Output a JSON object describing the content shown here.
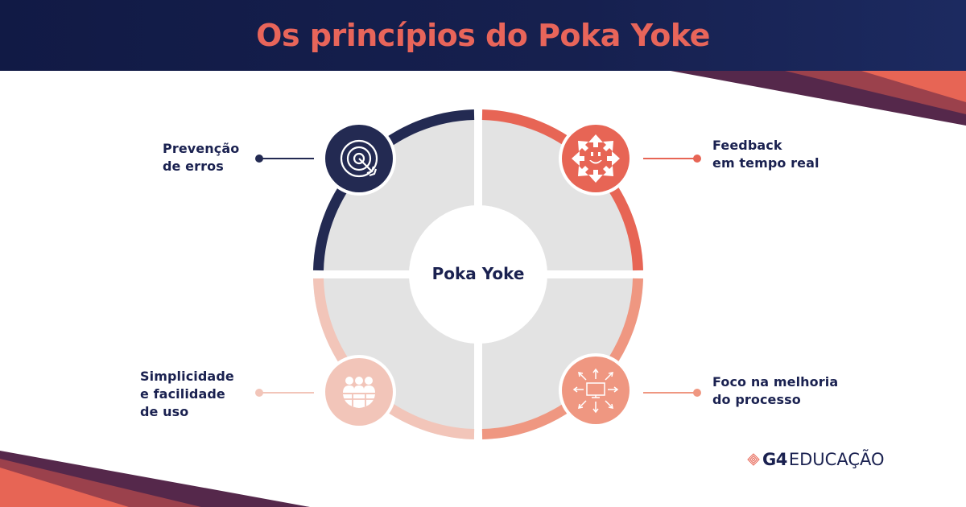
{
  "header": {
    "title": "Os princípios do Poka Yoke"
  },
  "diagram": {
    "center_label": "Poka Yoke",
    "quadrants": [
      {
        "position": "top-left",
        "label_line1": "Prevenção",
        "label_line2": "de erros",
        "label_line3": "",
        "icon": "target-arrow-icon",
        "color": "#232a52"
      },
      {
        "position": "top-right",
        "label_line1": "Feedback",
        "label_line2": "em tempo real",
        "label_line3": "",
        "icon": "smiley-arrows-icon",
        "color": "#e76555"
      },
      {
        "position": "bottom-left",
        "label_line1": "Simplicidade",
        "label_line2": "e facilidade",
        "label_line3": "de uso",
        "icon": "people-globe-icon",
        "color": "#f2c5b9"
      },
      {
        "position": "bottom-right",
        "label_line1": "Foco na melhoria",
        "label_line2": "do processo",
        "label_line3": "",
        "icon": "monitor-arrows-icon",
        "color": "#ef9781"
      }
    ]
  },
  "branding": {
    "logo_bold": "G4",
    "logo_text": "EDUCAÇÃO"
  },
  "colors": {
    "navy": "#16204f",
    "text_navy": "#1a2150",
    "coral": "#e76555",
    "dark_red": "#9b414c",
    "plum": "#55284b",
    "salmon": "#ef9781",
    "blush": "#f2c5b9",
    "segment_gray": "#e3e3e3"
  }
}
